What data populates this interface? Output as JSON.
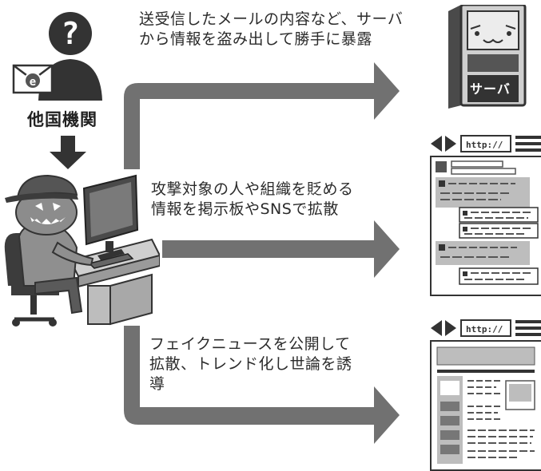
{
  "agency": {
    "label": "他国機関"
  },
  "flows": [
    {
      "text": "送受信したメールの内容など、サーバ\nから情報を盗み出して勝手に暴露"
    },
    {
      "text": "攻撃対象の人や組織を貶める\n情報を掲示板やSNSで拡散"
    },
    {
      "text": "フェイクニュースを公開して\n拡散、トレンド化し世論を誘\n導"
    }
  ],
  "server": {
    "label": "サーバ"
  },
  "browser": {
    "url": "http://"
  },
  "colors": {
    "arrow": "#717171",
    "dark": "#3a3a3a",
    "light_gray": "#bdbdbd"
  }
}
